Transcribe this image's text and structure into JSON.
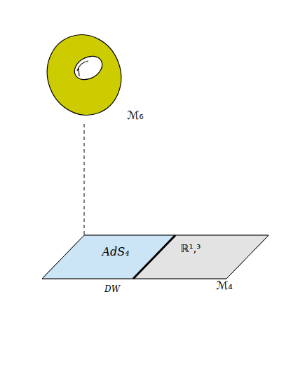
{
  "diagram": {
    "nodes": [
      {
        "text": [
          "ℳ₆"
        ]
      },
      {
        "text": [
          "ℳ₄"
        ]
      },
      {
        "text": [
          "AdS₄"
        ],
        "in": 1
      },
      {
        "text": [
          "ℝ¹,³"
        ],
        "in": 1
      }
    ],
    "edges": [
      {
        "from": 0,
        "to": 2,
        "arrow": "none"
      }
    ],
    "labels": [
      "DW"
    ]
  }
}
